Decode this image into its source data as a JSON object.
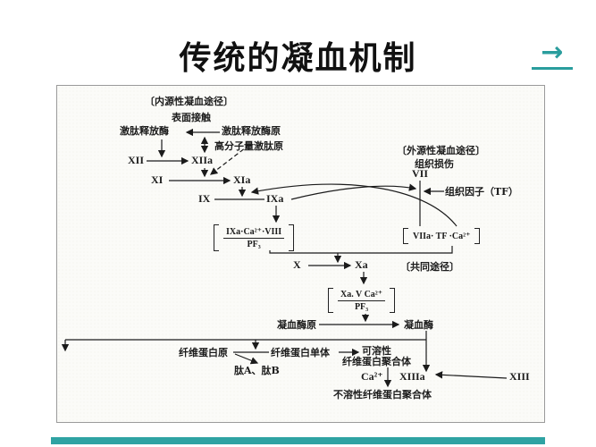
{
  "slide": {
    "title": "传统的凝血机制",
    "nav_arrow": "→"
  },
  "colors": {
    "accent_teal": "#2a9d9d",
    "diagram_ink": "#1b1b1b",
    "panel_background": "#fbfbf8"
  },
  "diagram": {
    "intrinsic_header": "〔内源性凝血途径〕",
    "surface_contact": "表面接触",
    "kallikrein": "激肽释放酶",
    "prekallikrein": "激肽释放酶原",
    "hmw_kininogen": "高分子量激肽原",
    "factor_xii": "XII",
    "factor_xiia": "XIIa",
    "factor_xi": "XI",
    "factor_xia": "XIa",
    "factor_ix": "IX",
    "factor_ixa": "IXa",
    "tenase_numerator": "IXa·Ca²⁺·VIII",
    "tenase_denominator": "PF₃",
    "extrinsic_header": "〔外源性凝血途径〕",
    "tissue_injury": "组织损伤",
    "factor_vii": "VII",
    "tissue_factor": "组织因子（TF）",
    "extrinsic_complex": "VIIa· TF ·Ca²⁺",
    "factor_x": "X",
    "factor_xa": "Xa",
    "common_pathway": "〔共同途径〕",
    "prothrombinase_numerator": "Xa. V  Ca²⁺",
    "prothrombinase_denominator": "PF₃",
    "prothrombin": "凝血酶原",
    "thrombin": "凝血酶",
    "fibrinogen": "纤维蛋白原",
    "peptides_ab": "肽A、肽B",
    "fibrin_monomer": "纤维蛋白单体",
    "soluble_line1": "可溶性",
    "soluble_line2": "纤维蛋白聚合体",
    "calcium": "Ca²⁺",
    "factor_xiiia": "XIIIa",
    "factor_xiii": "XIII",
    "insoluble_polymer": "不溶性纤维蛋白聚合体"
  }
}
